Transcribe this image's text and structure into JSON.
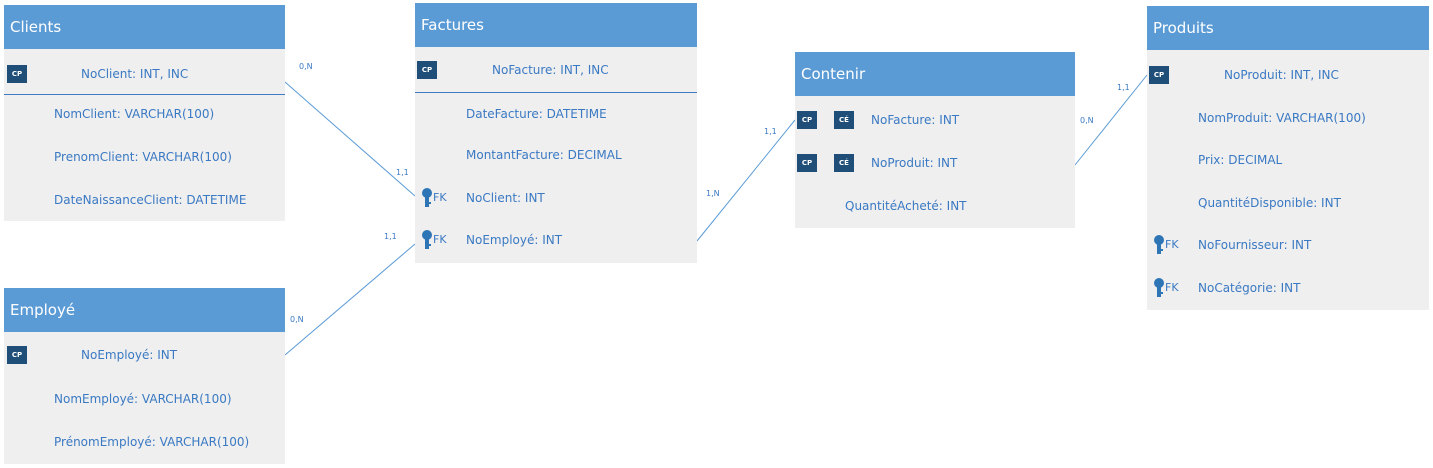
{
  "badges": {
    "pk": "CP",
    "ce": "CÉ",
    "fk": "FK"
  },
  "colors": {
    "header": "#5b9bd5",
    "body": "#efefef",
    "badge": "#1f4e79",
    "text": "#3a79c3",
    "line": "#5b9bd5"
  },
  "entities": {
    "clients": {
      "title": "Clients",
      "pk": "NoClient: INT, INC",
      "fields": [
        "NomClient: VARCHAR(100)",
        "PrenomClient: VARCHAR(100)",
        "DateNaissanceClient: DATETIME"
      ]
    },
    "employe": {
      "title": "Employé",
      "pk": "NoEmployé: INT",
      "fields": [
        "NomEmployé: VARCHAR(100)",
        "PrénomEmployé: VARCHAR(100)"
      ]
    },
    "factures": {
      "title": "Factures",
      "pk": "NoFacture: INT, INC",
      "fields": [
        "DateFacture: DATETIME",
        "MontantFacture: DECIMAL"
      ],
      "fks": [
        "NoClient: INT",
        "NoEmployé: INT"
      ]
    },
    "contenir": {
      "title": "Contenir",
      "keys": [
        "NoFacture: INT",
        "NoProduit: INT"
      ],
      "fields": [
        "QuantitéAcheté: INT"
      ]
    },
    "produits": {
      "title": "Produits",
      "pk": "NoProduit: INT, INC",
      "fields": [
        "NomProduit: VARCHAR(100)",
        "Prix: DECIMAL",
        "QuantitéDisponible: INT"
      ],
      "fks": [
        "NoFournisseur: INT",
        "NoCatégorie: INT"
      ]
    }
  },
  "relationships": {
    "clients_factures": {
      "from_card": "0,N",
      "to_card": "1,1"
    },
    "employe_factures": {
      "from_card": "0,N",
      "to_card": "1,1"
    },
    "factures_contenir": {
      "from_card": "1,N",
      "to_card": "1,1"
    },
    "produits_contenir": {
      "from_card": "0,N",
      "to_card": "1,1"
    }
  }
}
